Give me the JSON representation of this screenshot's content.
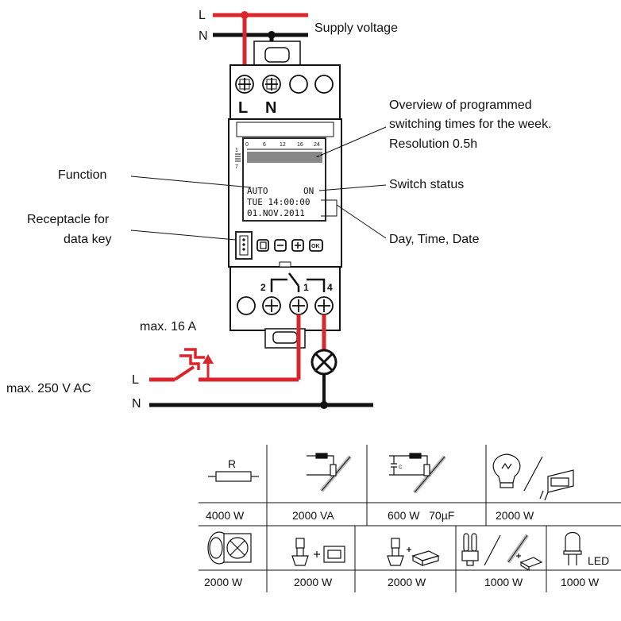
{
  "supply": {
    "line_l": "L",
    "line_n": "N",
    "label": "Supply voltage"
  },
  "device": {
    "terminal_l": "L",
    "terminal_n": "N",
    "relay_terminals": [
      "2",
      "1",
      "4"
    ],
    "lcd": {
      "scale": [
        "0",
        "6",
        "12",
        "16",
        "24"
      ],
      "side_marks": [
        "1",
        "7"
      ],
      "mode": "AUTO",
      "status": "ON",
      "day_time": "TUE 14:00:00",
      "date": "01.NOV.2011"
    },
    "buttons": [
      "menu-button",
      "minus-button",
      "plus-button",
      "ok-button"
    ],
    "ok_label": "OK"
  },
  "callouts": {
    "overview": [
      "Overview of programmed",
      "switching times for the week.",
      "Resolution 0.5h"
    ],
    "function": "Function",
    "switch_status": "Switch status",
    "receptacle": [
      "Receptacle for",
      "data key"
    ],
    "day_time_date": "Day, Time, Date"
  },
  "load": {
    "max_current": "max. 16 A",
    "max_voltage": "max. 250 V AC",
    "line_l": "L",
    "line_n": "N"
  },
  "loads_table": {
    "row1": [
      {
        "icon": "resistor-icon",
        "symbol": "R",
        "value": "4000 W"
      },
      {
        "icon": "fluorescent-lamp-icon",
        "value": "2000 VA"
      },
      {
        "icon": "compensated-fluorescent-lamp-icon",
        "symbol": "C",
        "value": "600 W   70µF"
      },
      {
        "icon": "incandescent-halogen-lamp-icon",
        "value": "2000 W"
      }
    ],
    "row2": [
      {
        "icon": "dimmer-fan-icon",
        "value": "2000 W"
      },
      {
        "icon": "halogen-transformer-icon",
        "value": "2000 W"
      },
      {
        "icon": "halogen-electronic-transformer-icon",
        "value": "2000 W"
      },
      {
        "icon": "compact-fluorescent-lamp-icon",
        "value": "1000 W"
      },
      {
        "icon": "led-icon",
        "symbol": "LED",
        "value": "1000 W"
      }
    ]
  },
  "colors": {
    "live": "#d9252b",
    "neutral": "#111111",
    "housing": "#ffffff",
    "outline": "#111111"
  }
}
